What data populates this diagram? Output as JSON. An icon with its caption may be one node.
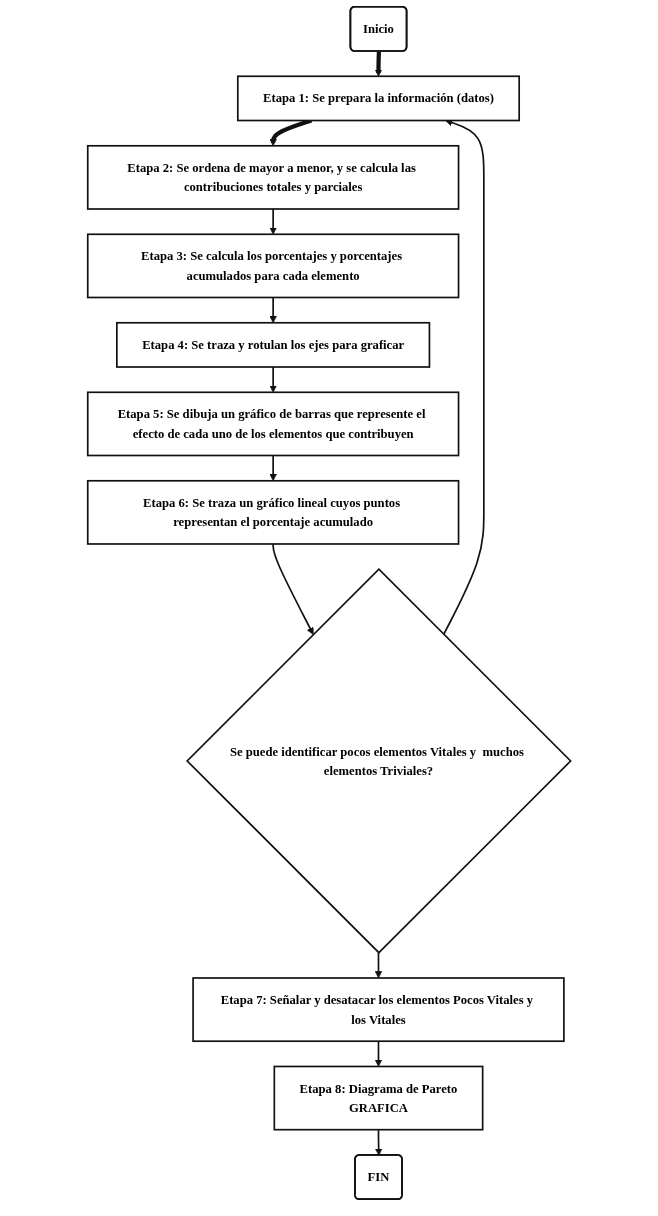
{
  "diagram": {
    "nodes": [
      {
        "text": [
          "Inicio"
        ]
      },
      {
        "text": [
          "Etapa 1: Se prepara la información (datos)"
        ]
      },
      {
        "text": [
          "Etapa 2: Se ordena de mayor a menor, y se calcula las contribuciones totales y parciales"
        ]
      },
      {
        "text": [
          "Etapa 3: Se calcula los porcentajes y porcentajes acumulados para cada elemento"
        ]
      },
      {
        "text": [
          "Etapa 4: Se traza y rotulan los ejes para graficar"
        ]
      },
      {
        "text": [
          "Etapa 5: Se dibuja un gráfico de barras que represente el efecto de cada uno de los elementos que contribuyen"
        ]
      },
      {
        "text": [
          "Etapa 6: Se traza un gráfico lineal cuyos puntos representan el porcentaje acumulado"
        ]
      },
      {
        "text": [
          "Se puede identificar pocos elementos Vitales y  muchos elementos Triviales?"
        ]
      },
      {
        "text": [
          "Etapa 7: Señalar y desatacar los elementos Pocos Vitales y los Vitales"
        ]
      },
      {
        "text": [
          "Etapa 8: Diagrama de Pareto",
          "GRAFICA"
        ]
      },
      {
        "text": [
          "FIN"
        ]
      }
    ],
    "edges": [
      {
        "from": 0,
        "to": 1,
        "arrow": "to",
        "style": "thick"
      },
      {
        "from": 1,
        "to": 2,
        "arrow": "to",
        "style": "thick"
      },
      {
        "from": 2,
        "to": 3,
        "arrow": "to"
      },
      {
        "from": 3,
        "to": 4,
        "arrow": "to"
      },
      {
        "from": 4,
        "to": 5,
        "arrow": "to"
      },
      {
        "from": 5,
        "to": 6,
        "arrow": "to"
      },
      {
        "from": 6,
        "to": 7,
        "arrow": "to"
      },
      {
        "from": 7,
        "to": 1,
        "arrow": "to"
      },
      {
        "from": 7,
        "to": 8,
        "arrow": "to"
      },
      {
        "from": 8,
        "to": 9,
        "arrow": "to"
      },
      {
        "from": 9,
        "to": 10,
        "arrow": "to"
      }
    ]
  }
}
